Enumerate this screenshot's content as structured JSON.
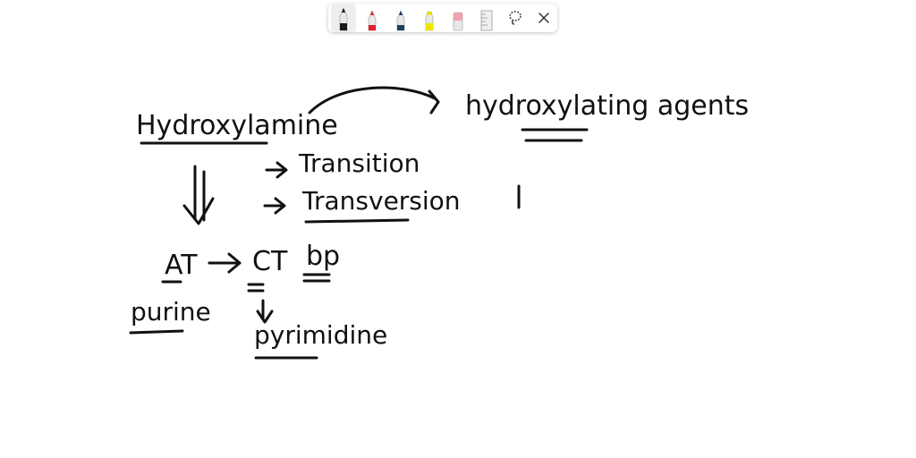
{
  "toolbar": {
    "tools": [
      {
        "name": "black-pen",
        "color": "#1a1a1a"
      },
      {
        "name": "red-pen",
        "color": "#e0202a"
      },
      {
        "name": "blue-pen",
        "color": "#1f3d63"
      },
      {
        "name": "yellow-highlighter",
        "color": "#f2e600"
      },
      {
        "name": "pink-eraser",
        "color": "#f0a0b0"
      },
      {
        "name": "ruler",
        "color": "#cccccc"
      },
      {
        "name": "lasso-select",
        "color": "#333333"
      },
      {
        "name": "close",
        "color": "#333333"
      }
    ],
    "selected_tool": "black-pen"
  },
  "notes": {
    "hydroxylamine": "Hydroxylamine",
    "hydroxylating_agents": "hydroxylating  agents",
    "transition": "Transition",
    "transversion": "Transversion",
    "at": "AT",
    "ct": "CT",
    "bp": "bp",
    "purine": "purine",
    "pyrimidine": "pyrimidine",
    "stray_mark": "I"
  },
  "colors": {
    "ink": "#111111",
    "background": "#ffffff"
  }
}
